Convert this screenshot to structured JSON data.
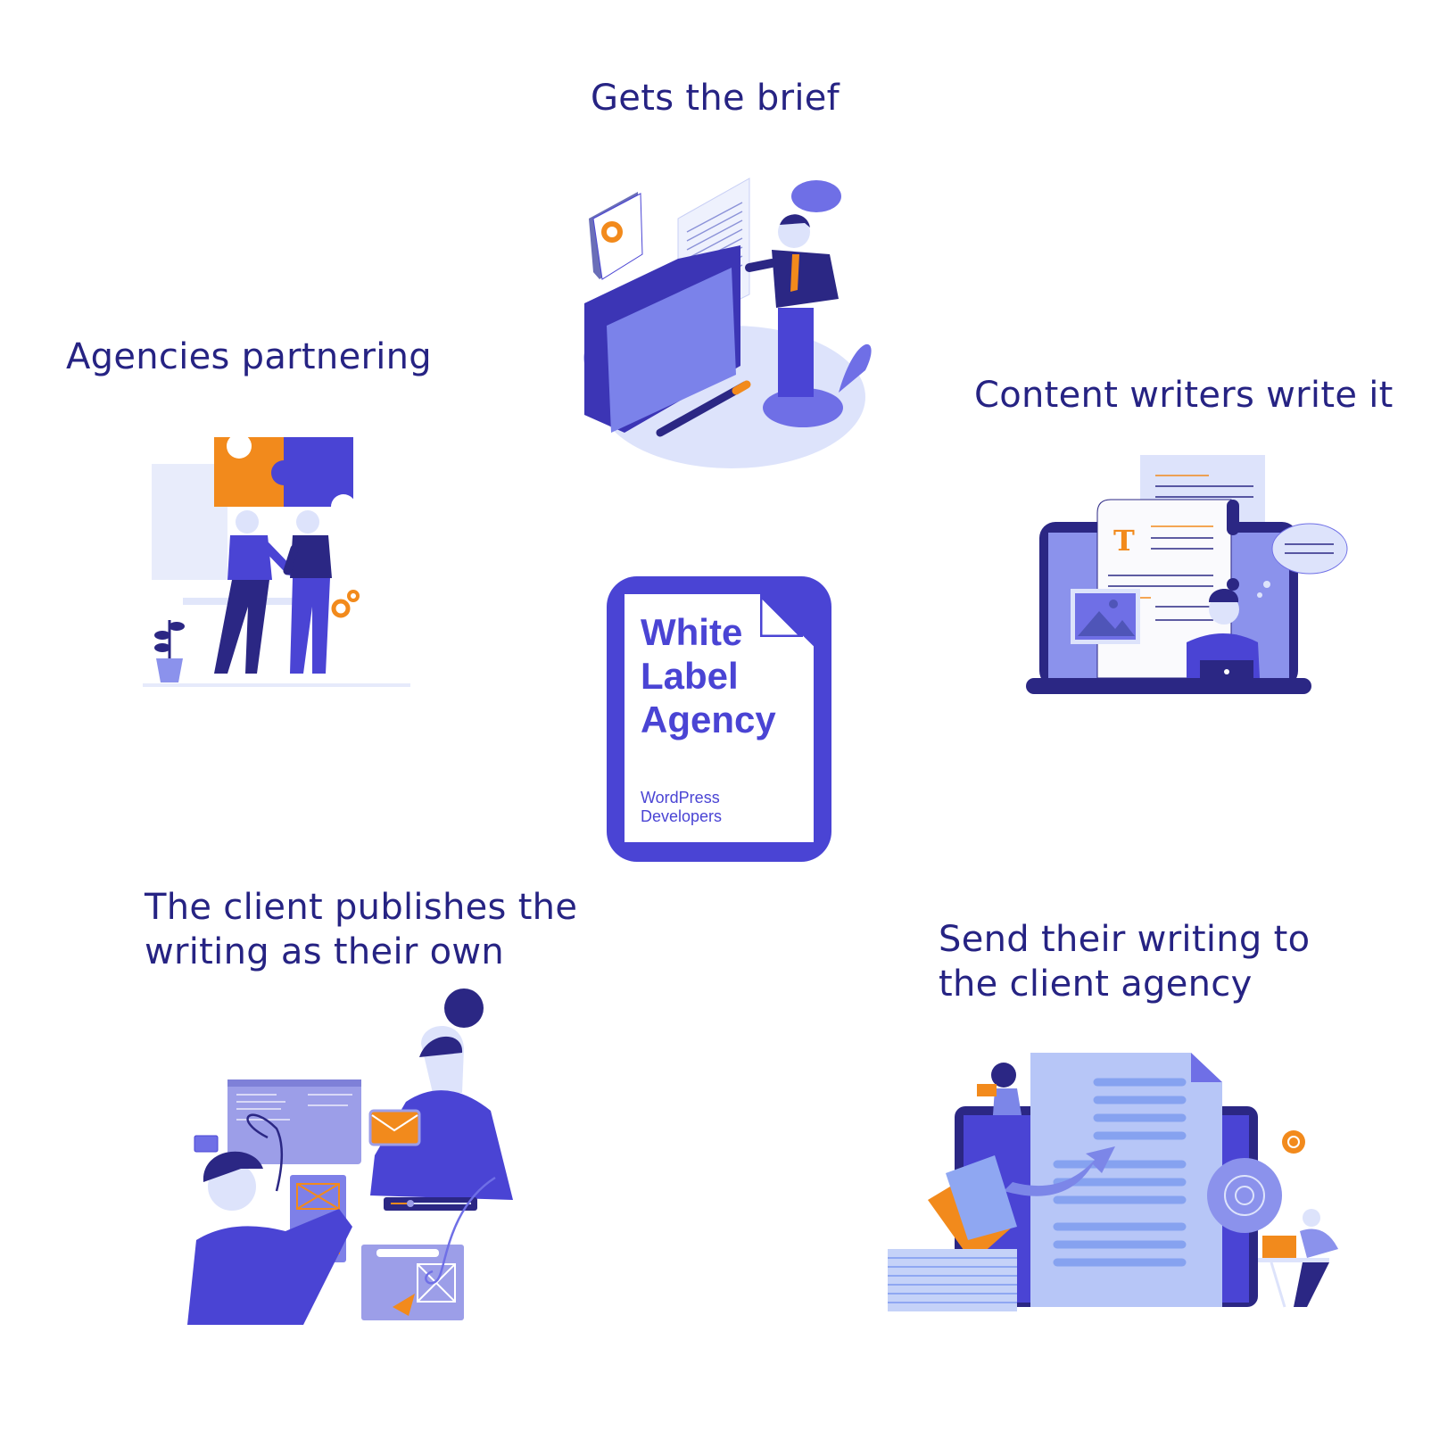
{
  "steps": [
    {
      "id": "gets-brief",
      "label": "Gets the brief",
      "lines": [
        "Gets the brief"
      ]
    },
    {
      "id": "content-writers",
      "label": "Content writers write it",
      "lines": [
        "Content writers write it"
      ]
    },
    {
      "id": "send-writing",
      "label": "Send their writing to the client agency",
      "lines": [
        "Send their writing to",
        "the client agency"
      ]
    },
    {
      "id": "client-publishes",
      "label": "The client publishes the writing as their own",
      "lines": [
        "The client publishes the",
        "writing as their own"
      ]
    },
    {
      "id": "agencies-partnering",
      "label": "Agencies partnering",
      "lines": [
        "Agencies partnering"
      ]
    }
  ],
  "center_logo": {
    "title_lines": [
      "White",
      "Label",
      "Agency"
    ],
    "subtitle_lines": [
      "WordPress",
      "Developers"
    ]
  },
  "illustrations": {
    "gets_brief": "man-presenting-folder-document-icon",
    "content_writers": "woman-writing-laptop-document-icon",
    "send_writing": "document-transfer-gear-icon",
    "client_publishes": "people-exchanging-email-screens-icon",
    "agencies_partnering": "handshake-puzzle-icon",
    "card_glyph": "T"
  },
  "colors": {
    "heading": "#262383",
    "brand": "#4a44d4",
    "dark_navy": "#2b2784",
    "mid_purple": "#6f6fe6",
    "light_lavender": "#dde3fb",
    "orange": "#f28a1c",
    "background": "#ffffff"
  }
}
